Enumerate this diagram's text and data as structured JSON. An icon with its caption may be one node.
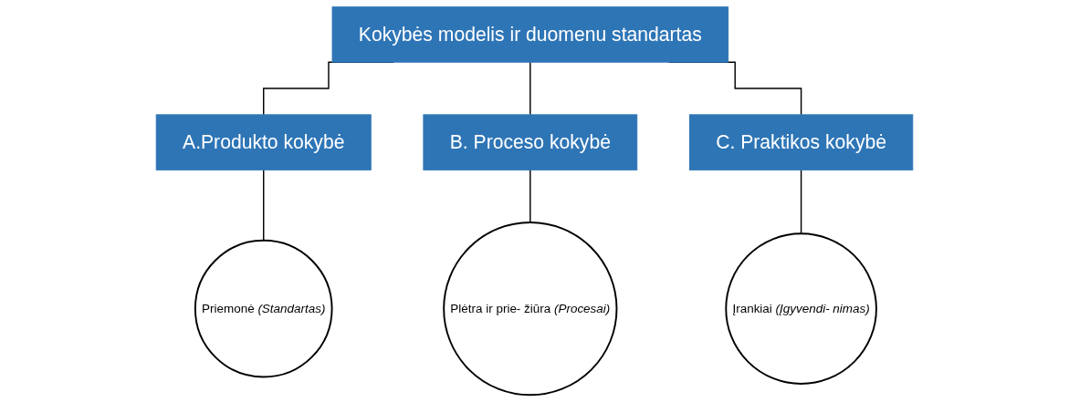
{
  "diagram": {
    "nodes": [
      {
        "text": [
          "Kokybės modelis ir duomenu standartas"
        ]
      },
      {
        "text": [
          "A.Produkto kokybė"
        ]
      },
      {
        "text": [
          "B. Proceso kokybė"
        ]
      },
      {
        "text": [
          "C. Praktikos kokybė"
        ]
      },
      {
        "text": [
          "Priemonė *(Standartas)*"
        ]
      },
      {
        "text": [
          "Plėtra ir prie- žiūra *(Procesai)*"
        ]
      },
      {
        "text": [
          "Įrankiai *(Įgyvendi- nimas)*"
        ]
      }
    ],
    "edges": [
      {
        "from": 0,
        "to": 1,
        "arrow": "none"
      },
      {
        "from": 0,
        "to": 2,
        "arrow": "none"
      },
      {
        "from": 0,
        "to": 3,
        "arrow": "none"
      },
      {
        "from": 1,
        "to": 4,
        "arrow": "none"
      },
      {
        "from": 2,
        "to": 5,
        "arrow": "none"
      },
      {
        "from": 3,
        "to": 6,
        "arrow": "none"
      }
    ]
  }
}
